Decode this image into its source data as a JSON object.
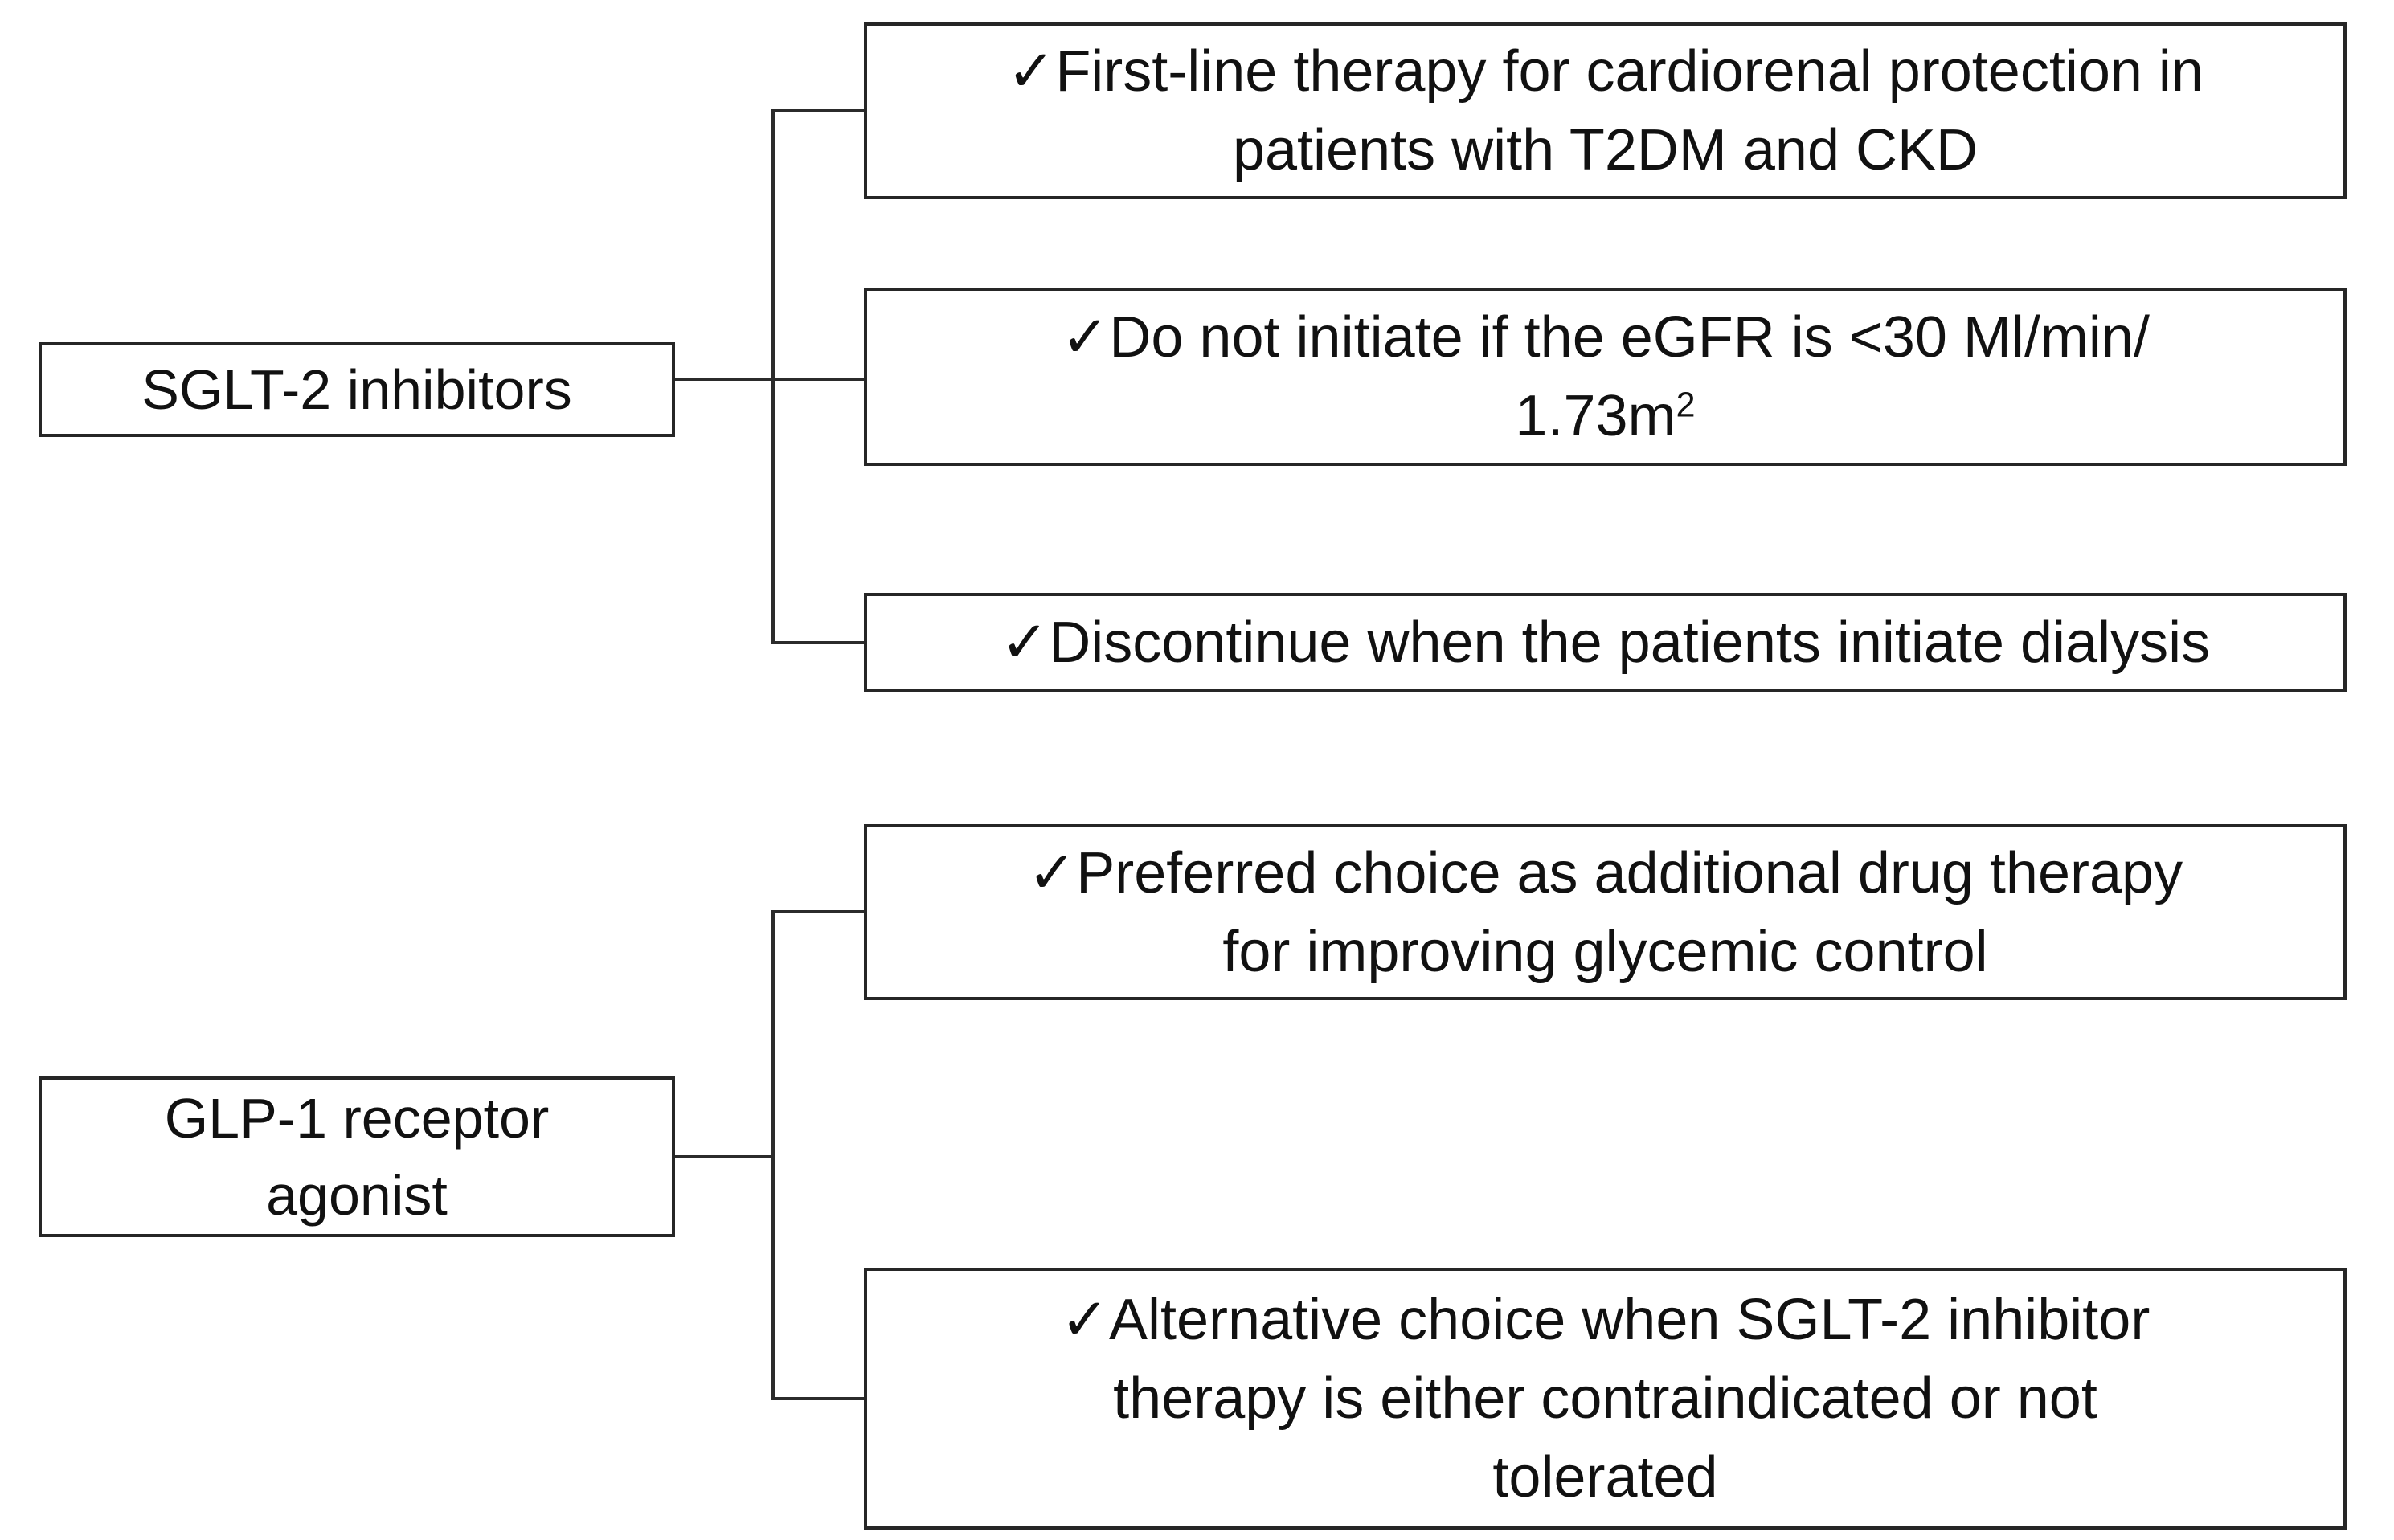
{
  "colors": {
    "background": "#ffffff",
    "box_border": "#262626",
    "connector_line": "#2b2b2b",
    "text": "#111111"
  },
  "check_glyph": "✓",
  "groups": [
    {
      "label_lines": [
        "SGLT-2 inhibitors"
      ],
      "items": [
        {
          "lines": [
            "✓First-line therapy for cardiorenal protection in",
            "patients with T2DM and CKD"
          ]
        },
        {
          "lines": [
            "✓Do not initiate if the eGFR is <30 Ml/min/",
            "1.73m"
          ],
          "sup": "2"
        },
        {
          "lines": [
            "✓Discontinue when the patients initiate dialysis"
          ]
        }
      ]
    },
    {
      "label_lines": [
        "GLP-1 receptor",
        "agonist"
      ],
      "items": [
        {
          "lines": [
            "✓Preferred choice as additional drug therapy",
            "for improving glycemic control"
          ]
        },
        {
          "lines": [
            "✓Alternative choice when SGLT-2 inhibitor",
            "therapy is either contraindicated or not",
            "tolerated"
          ]
        }
      ]
    }
  ]
}
